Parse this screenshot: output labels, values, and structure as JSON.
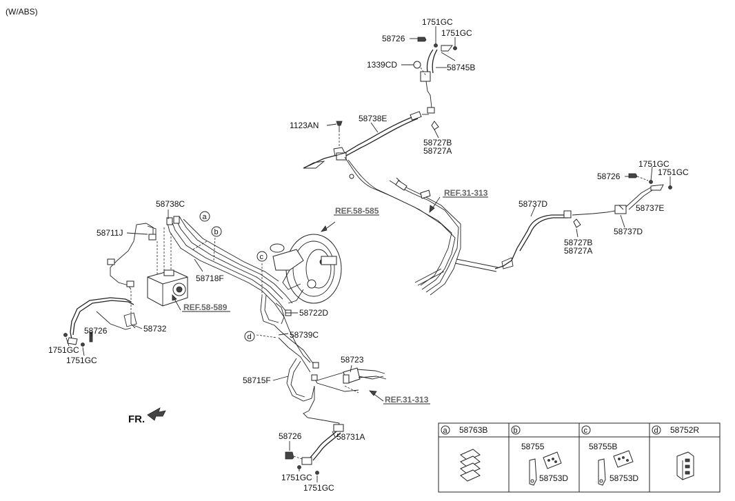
{
  "header": {
    "variant": "(W/ABS)"
  },
  "labels": {
    "l_1751gc_a": "1751GC",
    "l_58726_a": "58726",
    "l_1751gc_b": "1751GC",
    "l_1339cd": "1339CD",
    "l_58745b": "58745B",
    "l_1123an": "1123AN",
    "l_58738e": "58738E",
    "l_58727b_a": "58727B",
    "l_58727a_a": "58727A",
    "l_1751gc_c": "1751GC",
    "l_58726_b": "58726",
    "l_1751gc_d": "1751GC",
    "l_58737d_a": "58737D",
    "l_58737e": "58737E",
    "l_58737d_b": "58737D",
    "l_58727b_b": "58727B",
    "l_58727a_b": "58727A",
    "l_58738c": "58738C",
    "l_58711j": "58711J",
    "l_58718f": "58718F",
    "l_58722d": "58722D",
    "l_58739c": "58739C",
    "l_58732": "58732",
    "l_58726_c": "58726",
    "l_1751gc_e": "1751GC",
    "l_1751gc_f": "1751GC",
    "l_58723": "58723",
    "l_58715f": "58715F",
    "l_58726_d": "58726",
    "l_58731a": "58731A",
    "l_1751gc_g": "1751GC",
    "l_1751gc_h": "1751GC",
    "fr": "FR."
  },
  "refs": {
    "ref_58_585": "REF.58-585",
    "ref_58_589": "REF.58-589",
    "ref_31_313_a": "REF.31-313",
    "ref_31_313_b": "REF.31-313"
  },
  "callouts": {
    "a": "a",
    "b": "b",
    "c": "c",
    "d": "d"
  },
  "legend_table": {
    "cells": [
      {
        "key": "a",
        "part": "58763B"
      },
      {
        "key": "b",
        "part": "",
        "sub1": "58755",
        "sub2": "58753D"
      },
      {
        "key": "c",
        "part": "",
        "sub1": "58755B",
        "sub2": "58753D"
      },
      {
        "key": "d",
        "part": "58752R"
      }
    ]
  }
}
